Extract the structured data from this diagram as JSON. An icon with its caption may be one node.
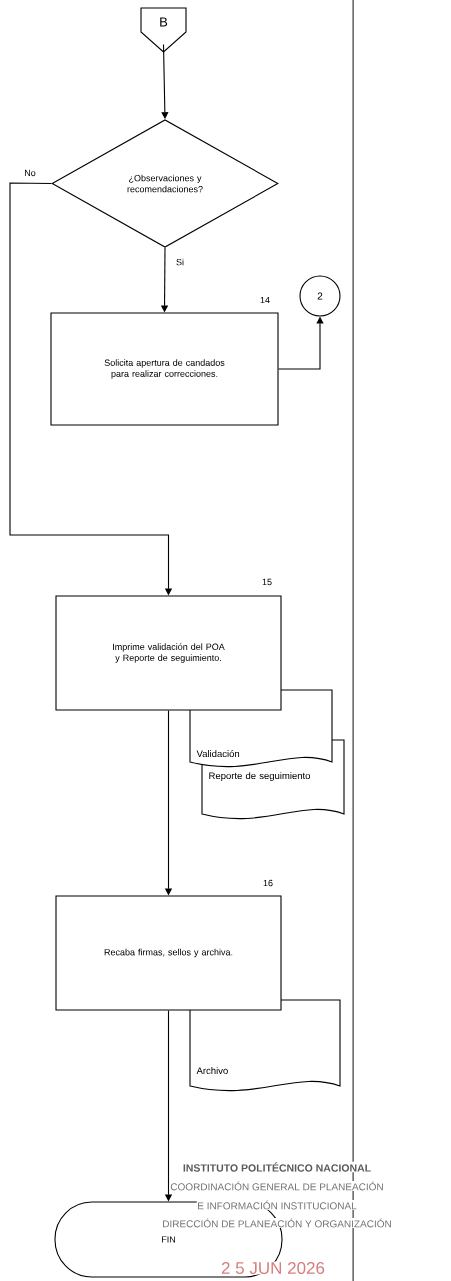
{
  "diagram": {
    "nodes": [
      {
        "text": [
          "B"
        ]
      },
      {
        "text": [
          "¿Observaciones y recomendaciones?"
        ]
      },
      {
        "text": [
          "Solicita apertura de candados para realizar correcciones."
        ],
        "beside": [
          "14"
        ]
      },
      {
        "text": [
          "2"
        ]
      },
      {
        "text": [
          "Imprime validación del POA y Reporte de seguimiento."
        ],
        "beside": [
          "15"
        ]
      },
      {
        "text": [
          "Validación"
        ]
      },
      {
        "text": [
          "Reporte de seguimiento"
        ]
      },
      {
        "text": [
          "Recaba firmas, sellos y archiva."
        ],
        "beside": [
          "16"
        ]
      },
      {
        "text": [
          "Archivo"
        ]
      },
      {
        "text": [
          "FIN"
        ]
      }
    ],
    "edges": [
      {
        "from": 0,
        "to": 1,
        "arrow": "to"
      },
      {
        "from": 1,
        "to": 2,
        "arrow": "to",
        "label": "Si"
      },
      {
        "from": 1,
        "to": 4,
        "arrow": "to",
        "label": "No"
      },
      {
        "from": 2,
        "to": 3,
        "arrow": "to"
      },
      {
        "from": 4,
        "to": 7,
        "arrow": "to"
      },
      {
        "from": 7,
        "to": 9,
        "arrow": "to"
      }
    ],
    "labels": [
      "INSTITUTO POLITÉCNICO NACIONAL",
      "COORDINACIÓN GENERAL DE PLANEACIÓN",
      "E INFORMACIÓN INSTITUCIONAL",
      "DIRECCIÓN DE PLANEACIÓN Y ORGANIZACIÓN",
      "2 5 JUN 2026"
    ]
  }
}
